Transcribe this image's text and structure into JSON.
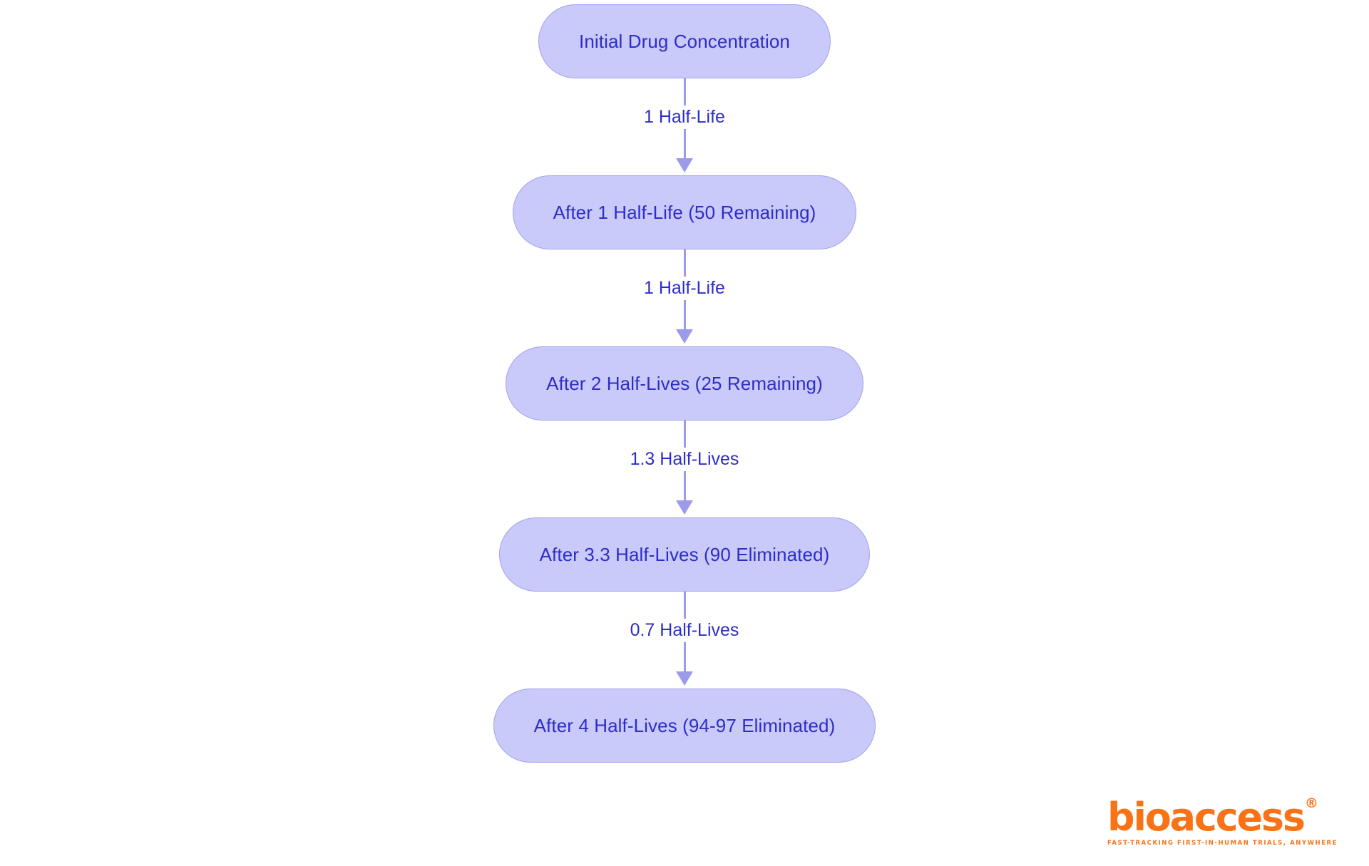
{
  "diagram": {
    "type": "flowchart",
    "orientation": "top-to-bottom",
    "colors": {
      "node_fill": "#c9c9fa",
      "node_border": "#a3a3ef",
      "node_text": "#2d2dc9",
      "edge_line": "#9b9bea",
      "edge_label_text": "#2d2dc9",
      "background": "#ffffff",
      "brand_orange": "#f97316"
    },
    "nodes": [
      {
        "id": "initial",
        "label": "Initial Drug Concentration"
      },
      {
        "id": "hl1",
        "label": "After 1 Half-Life (50 Remaining)"
      },
      {
        "id": "hl2",
        "label": "After 2 Half-Lives (25 Remaining)"
      },
      {
        "id": "hl33",
        "label": "After 3.3 Half-Lives (90 Eliminated)"
      },
      {
        "id": "hl4",
        "label": "After 4 Half-Lives (94-97 Eliminated)"
      }
    ],
    "edges": [
      {
        "from": "initial",
        "to": "hl1",
        "label": "1 Half-Life"
      },
      {
        "from": "hl1",
        "to": "hl2",
        "label": "1 Half-Life"
      },
      {
        "from": "hl2",
        "to": "hl33",
        "label": "1.3 Half-Lives"
      },
      {
        "from": "hl33",
        "to": "hl4",
        "label": "0.7 Half-Lives"
      }
    ]
  },
  "logo": {
    "wordmark": "bioaccess",
    "registered_mark": "®",
    "tagline": "FAST-TRACKING FIRST-IN-HUMAN TRIALS, ANYWHERE"
  }
}
